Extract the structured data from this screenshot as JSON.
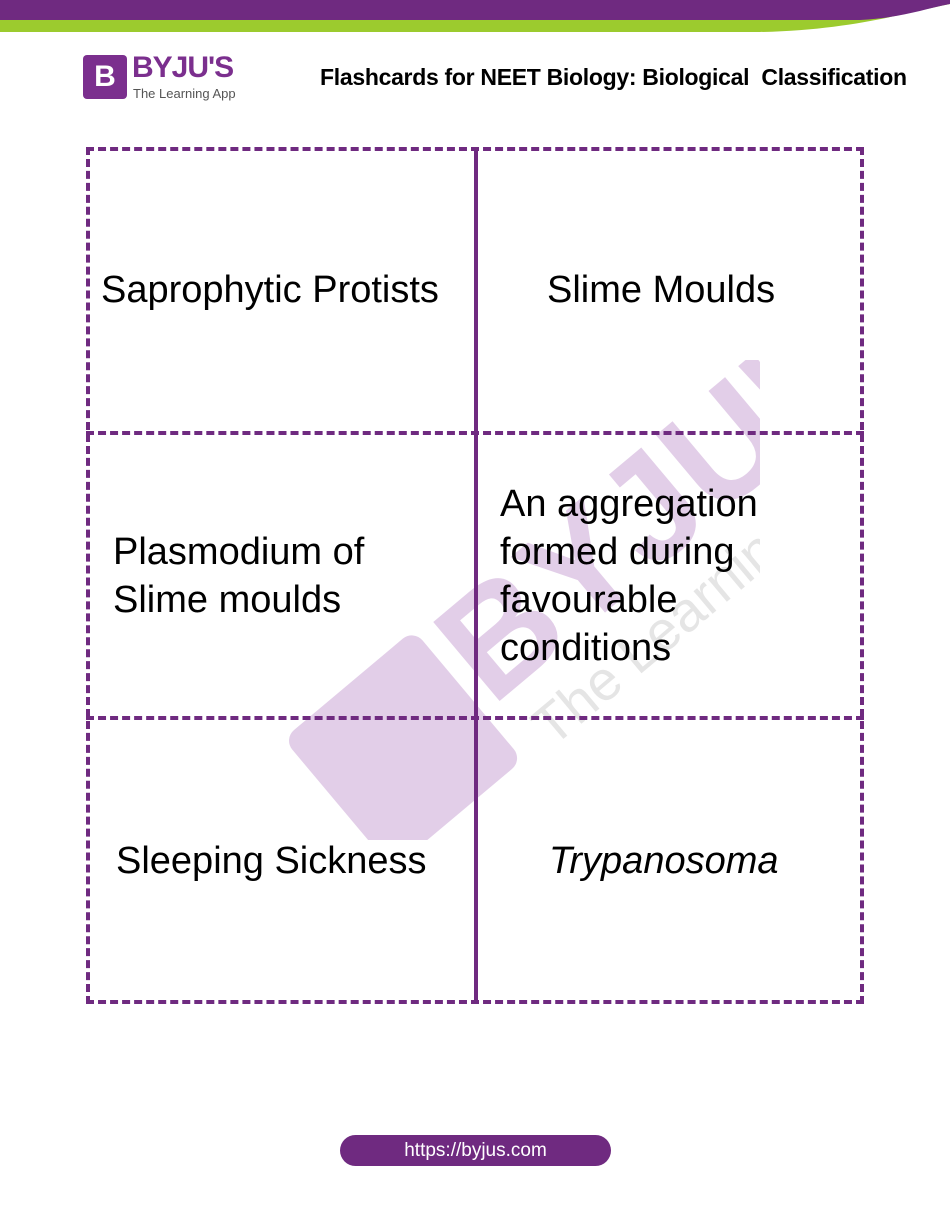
{
  "header": {
    "logo_name": "BYJU'S",
    "logo_tagline": "The Learning App",
    "title": "Flashcards for NEET Biology: Biological  Classification",
    "colors": {
      "purple": "#6f2a80",
      "green": "#9ccb2e"
    }
  },
  "cards": [
    {
      "term": "Saprophytic Protists",
      "answer": "Slime Moulds"
    },
    {
      "term": "Plasmodium of Slime moulds",
      "answer": "An aggregation formed during favourable conditions"
    },
    {
      "term": "Sleeping Sickness",
      "answer": "Trypanosoma"
    }
  ],
  "watermark": {
    "name": "BYJU'S",
    "tagline": "The Learning App"
  },
  "footer": {
    "url": "https://byjus.com"
  }
}
